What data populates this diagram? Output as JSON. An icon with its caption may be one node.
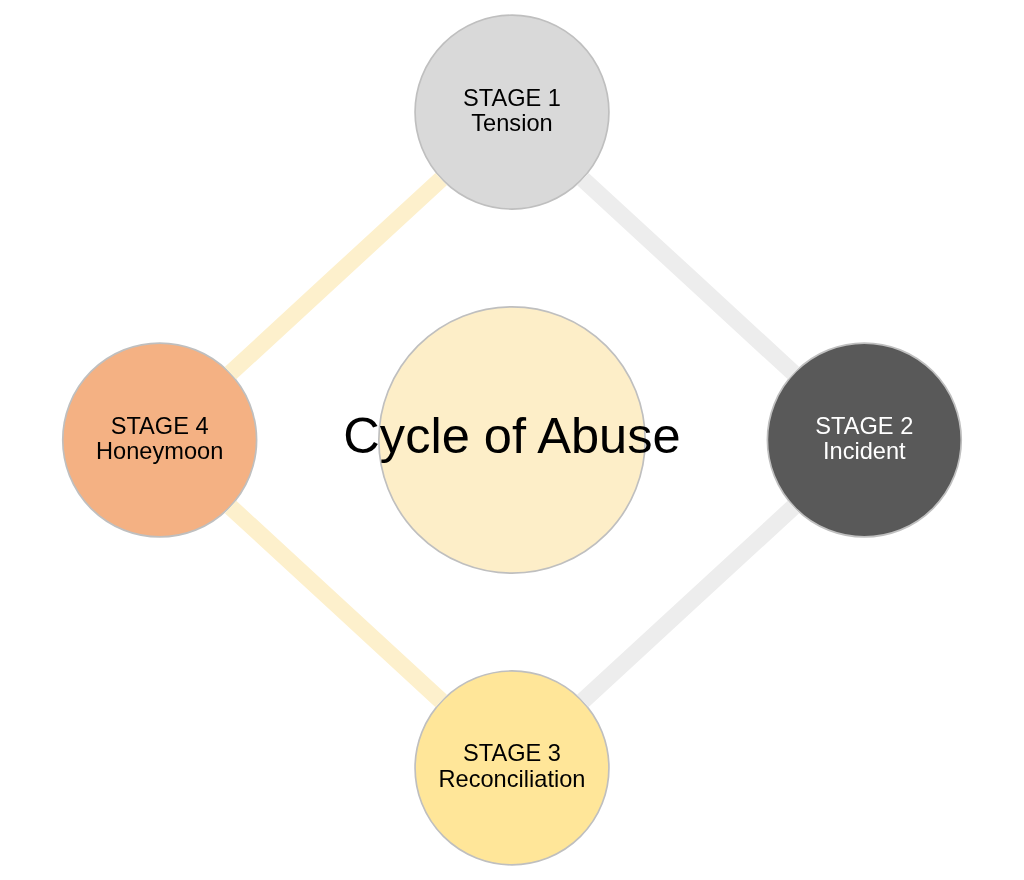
{
  "diagram": {
    "nodes": [
      {
        "text": [
          "Cycle of Abuse"
        ]
      },
      {
        "text": [
          "STAGE 1",
          "Tension"
        ]
      },
      {
        "text": [
          "STAGE 2",
          "Incident"
        ]
      },
      {
        "text": [
          "STAGE 3",
          "Reconciliation"
        ]
      },
      {
        "text": [
          "STAGE 4",
          "Honeymoon"
        ]
      }
    ],
    "edges": [
      {
        "from": 1,
        "to": 2,
        "arrow": "none",
        "color": "#ededed"
      },
      {
        "from": 2,
        "to": 3,
        "arrow": "none",
        "color": "#ededed"
      },
      {
        "from": 3,
        "to": 4,
        "arrow": "none",
        "color": "#fdf0cc"
      },
      {
        "from": 4,
        "to": 1,
        "arrow": "none",
        "color": "#fdf0cc"
      }
    ]
  }
}
